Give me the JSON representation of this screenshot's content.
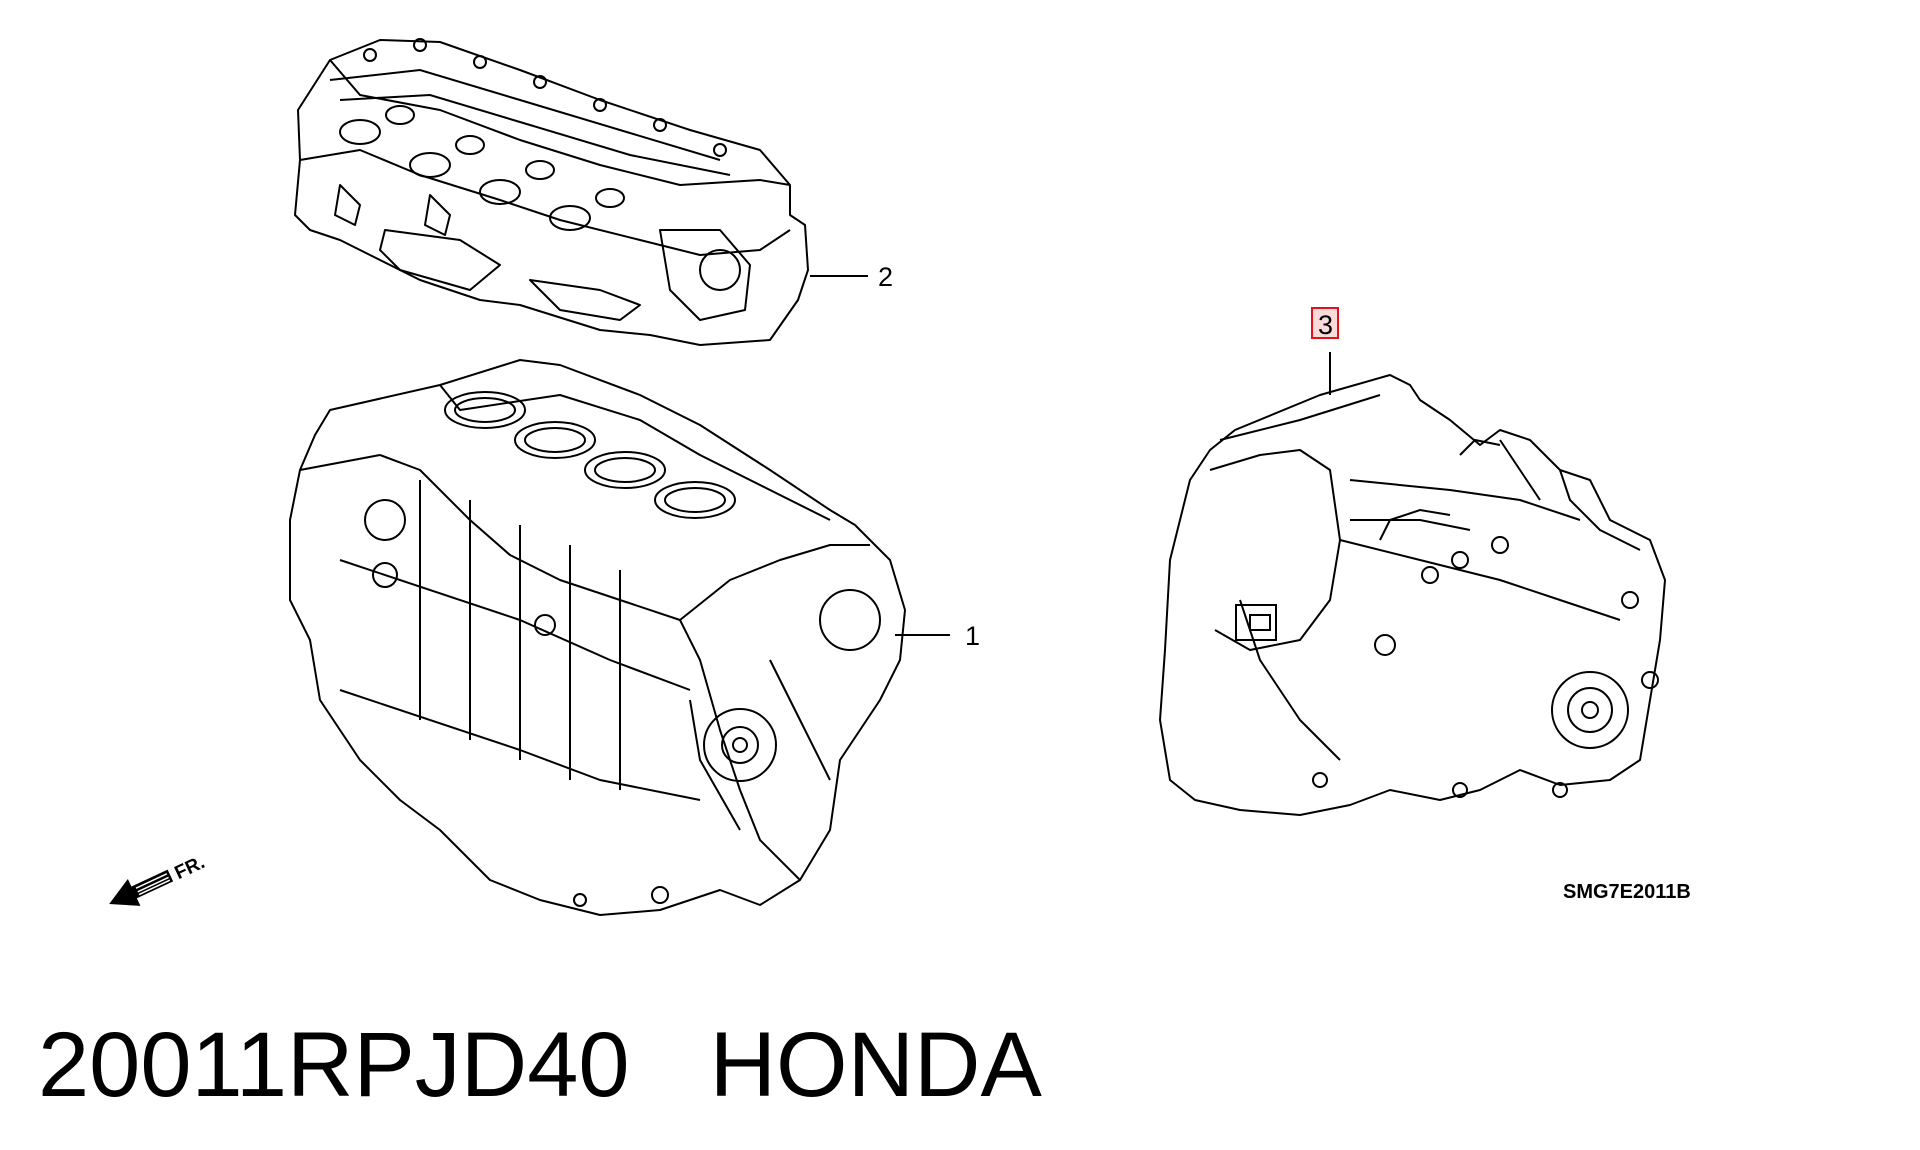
{
  "callouts": {
    "item_1": "1",
    "item_2": "2",
    "item_3": "3"
  },
  "front_marker": "FR.",
  "diagram_code": "SMG7E2011B",
  "footer": {
    "part_number": "20011RPJD40",
    "brand": "HONDA"
  },
  "colors": {
    "highlight_border": "#e0131a",
    "highlight_fill": "#fbdada",
    "ink": "#000000"
  }
}
